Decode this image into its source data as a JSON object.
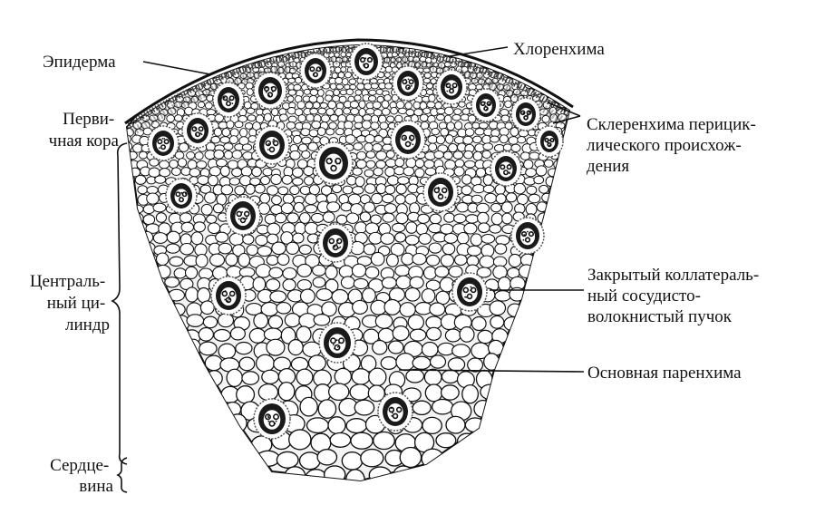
{
  "colors": {
    "ink": "#111111",
    "cell_fill": "#ffffff",
    "bundle_fill": "#1a1a1a",
    "background": "#ffffff"
  },
  "labels": {
    "epidermis": "Эпидерма",
    "chlorenchyma": "Хлоренхима",
    "primary_cortex": [
      "Перви-",
      "чная кора"
    ],
    "sclerenchyma": [
      "Склеренхима перицик-",
      "лического происхож-",
      "дения"
    ],
    "central_cylinder": [
      "Централь-",
      "ный ци-",
      "линдр"
    ],
    "closed_bundle": [
      "Закрытый коллатераль-",
      "ный сосудисто-",
      "волокнистый пучок"
    ],
    "ground_parenchyma": "Основная паренхима",
    "pith": [
      "Сердце-",
      "вина"
    ]
  },
  "icons": {
    "bracket": "curly-brace-icon"
  }
}
